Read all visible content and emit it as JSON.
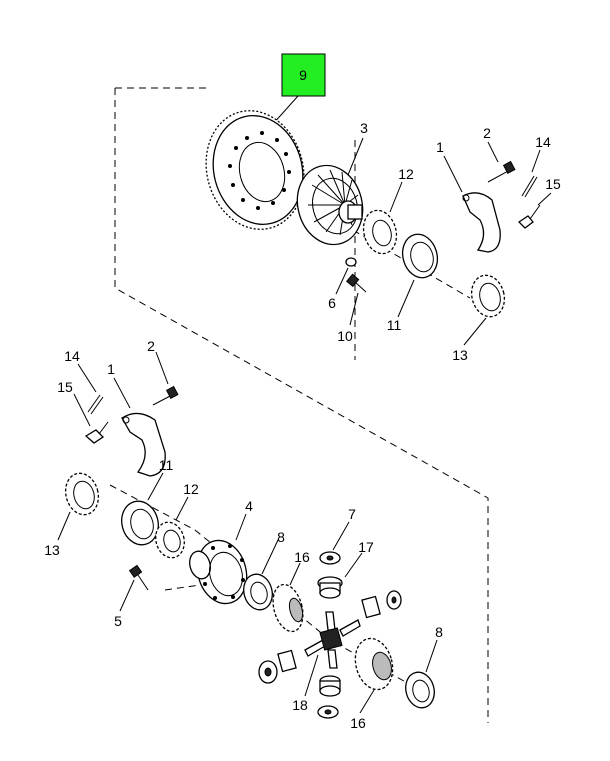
{
  "diagram": {
    "highlight_color": "#22ee22",
    "callouts": {
      "c9": "9",
      "c3": "3",
      "c2a": "2",
      "c14a": "14",
      "c1a": "1",
      "c15a": "15",
      "c12a": "12",
      "c6": "6",
      "c10": "10",
      "c11a": "11",
      "c13a": "13",
      "c14b": "14",
      "c2b": "2",
      "c15b": "15",
      "c1b": "1",
      "c11b": "11",
      "c12b": "12",
      "c4": "4",
      "c13b": "13",
      "c7": "7",
      "c8a": "8",
      "c17": "17",
      "c16a": "16",
      "c5": "5",
      "c8b": "8",
      "c18": "18",
      "c16b": "16"
    }
  }
}
